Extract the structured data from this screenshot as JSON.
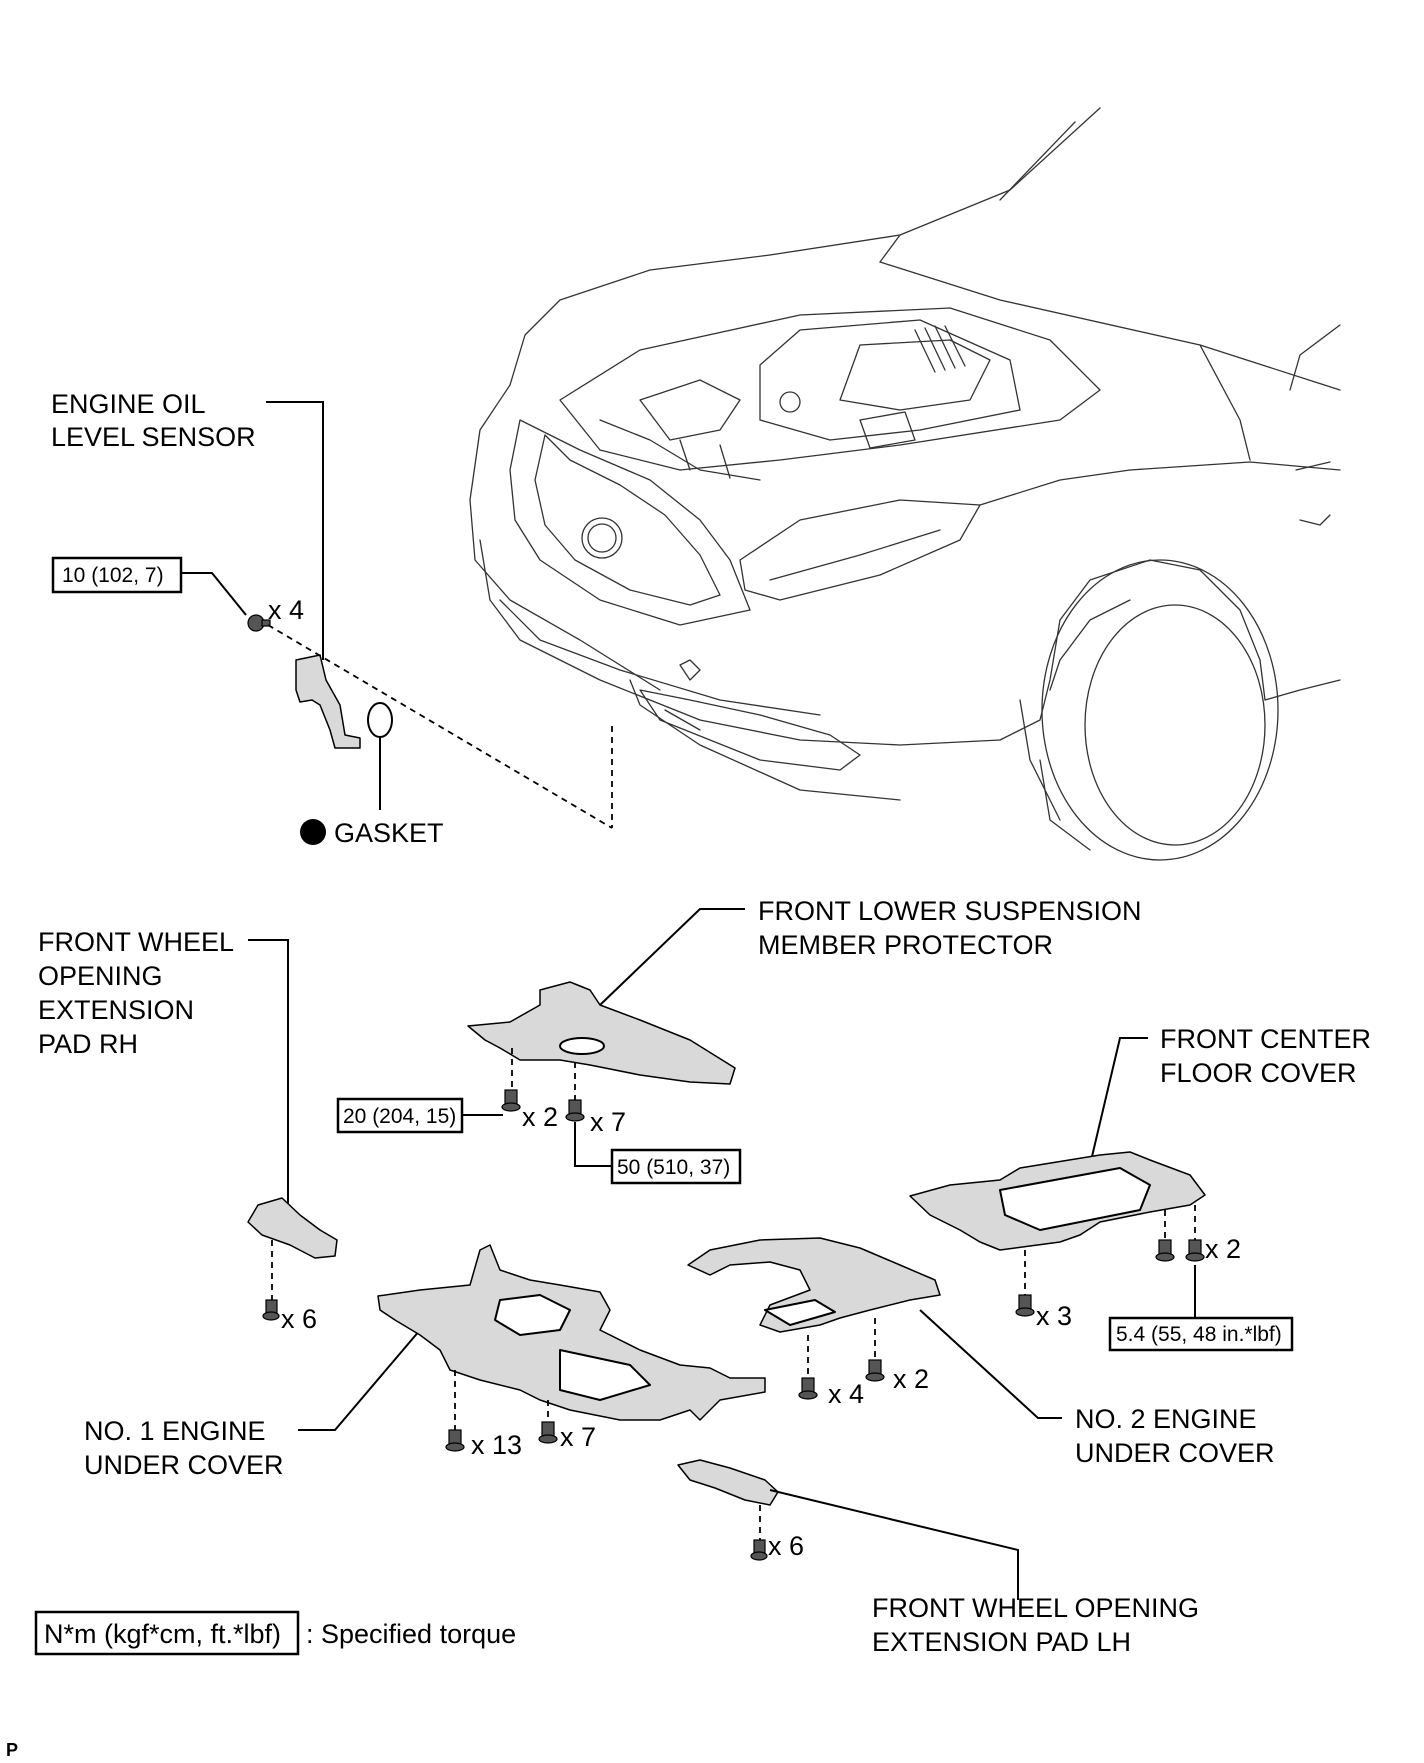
{
  "labels": {
    "engine_oil_level_sensor": [
      "ENGINE OIL",
      "LEVEL SENSOR"
    ],
    "gasket": "GASKET",
    "front_lower_suspension_member_protector": [
      "FRONT LOWER SUSPENSION",
      "MEMBER PROTECTOR"
    ],
    "front_wheel_opening_extension_pad_rh": [
      "FRONT WHEEL",
      "OPENING",
      "EXTENSION",
      "PAD RH"
    ],
    "front_center_floor_cover": [
      "FRONT CENTER",
      "FLOOR COVER"
    ],
    "no1_engine_under_cover": [
      "NO. 1 ENGINE",
      "UNDER COVER"
    ],
    "no2_engine_under_cover": [
      "NO. 2 ENGINE",
      "UNDER COVER"
    ],
    "front_wheel_opening_extension_pad_lh": [
      "FRONT WHEEL OPENING",
      "EXTENSION PAD LH"
    ]
  },
  "torques": {
    "oil_sensor_bolts": "10 (102, 7)",
    "protector_bolts_a": "20 (204, 15)",
    "protector_bolts_b": "50 (510, 37)",
    "floor_cover_bolts": "5.4 (55, 48 in.*lbf)"
  },
  "quantities": {
    "oil_sensor": "x 4",
    "protector_a": "x 2",
    "protector_b": "x 7",
    "pad_rh": "x 6",
    "floor_cover_a": "x 3",
    "floor_cover_b": "x 2",
    "no2_a": "x 4",
    "no2_b": "x 2",
    "no1_a": "x 13",
    "no1_b": "x 7",
    "pad_lh": "x 6"
  },
  "legend": {
    "unit": "N*m (kgf*cm, ft.*lbf)",
    "text": ": Specified torque"
  },
  "corner_mark": "P",
  "icons": {
    "gasket_marker": "filled-circle-icon",
    "fastener": "bolt-icon"
  }
}
